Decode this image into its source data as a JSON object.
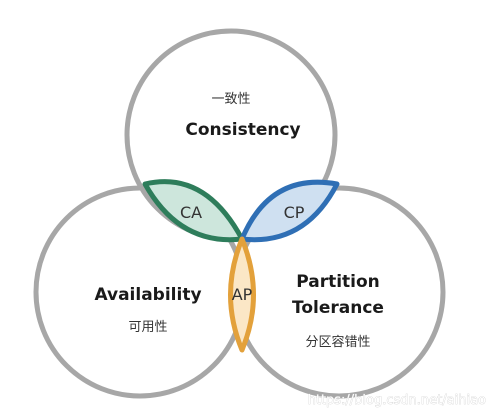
{
  "colors": {
    "circle_stroke": "#a7a7a7",
    "ca_stroke": "#2e7d5b",
    "ca_fill": "#cde6dc",
    "cp_stroke": "#2f6fb5",
    "cp_fill": "#cfe0f1",
    "ap_stroke": "#e3a13b",
    "ap_fill": "#fbe7c6"
  },
  "sets": {
    "consistency": {
      "cn": "一致性",
      "en": "Consistency"
    },
    "availability": {
      "en": "Availability",
      "cn": "可用性"
    },
    "partition": {
      "en_line1": "Partition",
      "en_line2": "Tolerance",
      "cn": "分区容错性"
    }
  },
  "intersections": {
    "ca": "CA",
    "cp": "CP",
    "ap": "AP"
  },
  "watermark": "https://blog.csdn.net/aihiao"
}
